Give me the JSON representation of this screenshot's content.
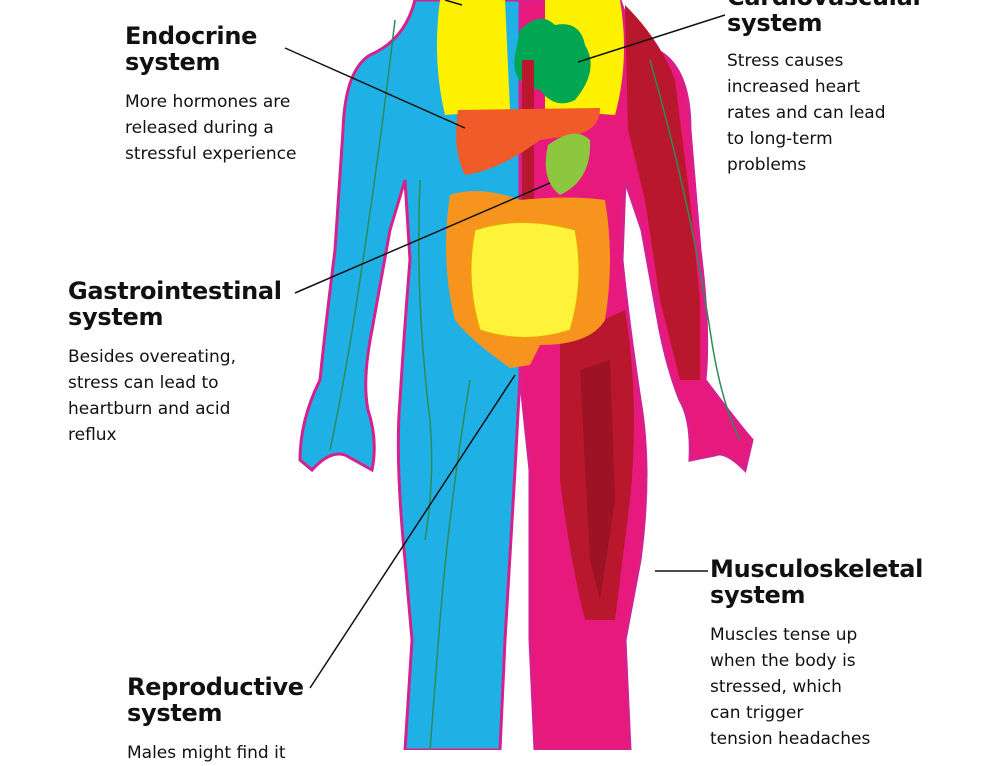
{
  "colors": {
    "skin_left": "#1fb1e6",
    "skin_right": "#e8197d",
    "muscle": "#b8172e",
    "outline": "#d6208e",
    "lungs": "#fff200",
    "heart": "#00a651",
    "liver": "#f15a29",
    "stomach": "#8dc63f",
    "intestine": "#f7941d",
    "small_intestine": "#fff23a",
    "vein": "#2e8b57"
  },
  "labels": {
    "cardiovascular": {
      "title_line1": "Cardiovascular",
      "title_line2": "system",
      "desc": [
        "Stress causes",
        "increased heart",
        "rates and can lead",
        "to long-term",
        "problems"
      ]
    },
    "endocrine": {
      "title_line1": "Endocrine",
      "title_line2": "system",
      "desc": [
        "More hormones are",
        "released during a",
        "stressful experience"
      ]
    },
    "gastrointestinal": {
      "title_line1": "Gastrointestinal",
      "title_line2": "system",
      "desc": [
        "Besides overeating,",
        "stress can lead to",
        "heartburn and acid",
        "reflux"
      ]
    },
    "musculoskeletal": {
      "title_line1": "Musculoskeletal",
      "title_line2": "system",
      "desc": [
        "Muscles tense up",
        "when the body is",
        "stressed, which",
        "can trigger",
        "tension headaches"
      ]
    },
    "reproductive": {
      "title_line1": "Reproductive",
      "title_line2": "system",
      "desc": [
        "Males might find it"
      ]
    }
  }
}
